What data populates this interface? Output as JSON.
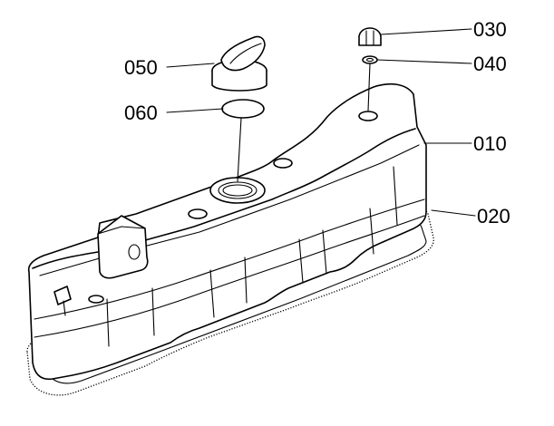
{
  "parts": [
    {
      "id": "callout-030",
      "number": "030"
    },
    {
      "id": "callout-040",
      "number": "040"
    },
    {
      "id": "callout-050",
      "number": "050"
    },
    {
      "id": "callout-060",
      "number": "060"
    },
    {
      "id": "callout-010",
      "number": "010"
    },
    {
      "id": "callout-020",
      "number": "020"
    }
  ]
}
